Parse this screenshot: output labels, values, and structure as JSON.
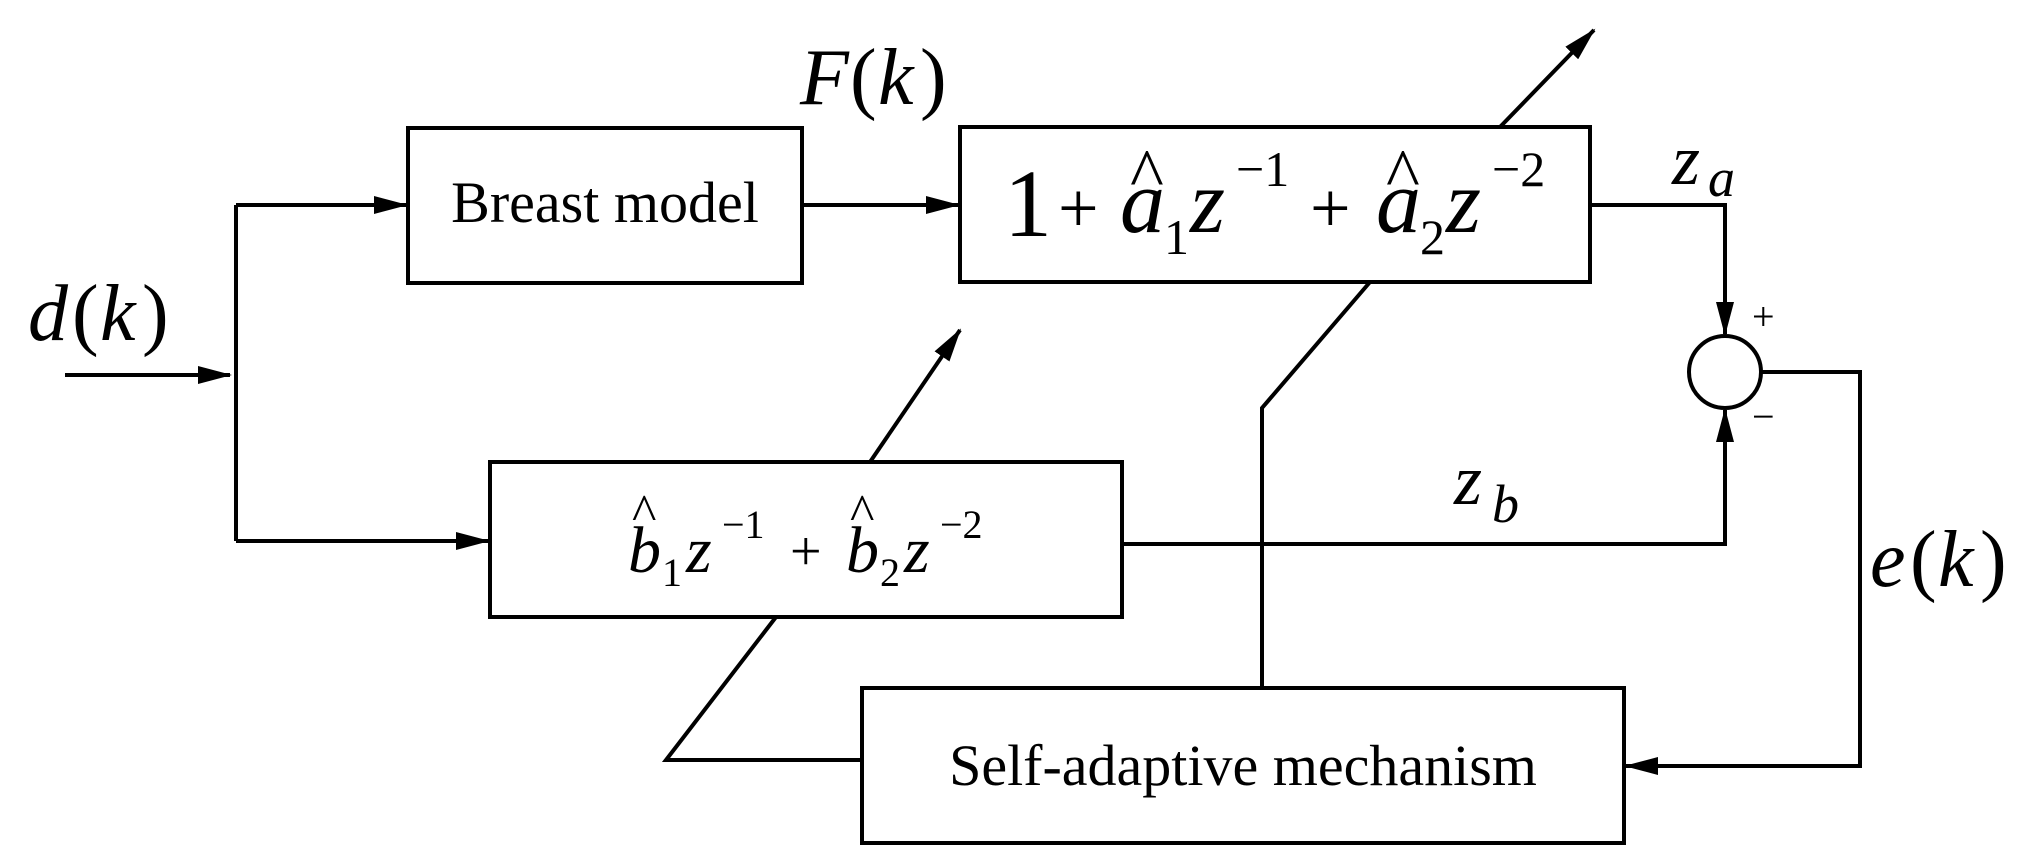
{
  "blocks": {
    "breast_model": "Breast model",
    "a_filter": {
      "one": "1",
      "plus": "+",
      "a": "a",
      "hat": "^",
      "sub1": "1",
      "sub2": "2",
      "z": "z",
      "exp1": "−1",
      "exp2": "−2"
    },
    "b_filter": {
      "b": "b",
      "hat": "^",
      "sub1": "1",
      "sub2": "2",
      "plus": "+",
      "z": "z",
      "exp1": "−1",
      "exp2": "−2"
    },
    "self_adaptive": "Self-adaptive mechanism"
  },
  "signals": {
    "input": {
      "name": "d",
      "arg": "k"
    },
    "force": {
      "name": "F",
      "arg": "k"
    },
    "error": {
      "name": "e",
      "arg": "k"
    },
    "za": {
      "base": "z",
      "sub": "a"
    },
    "zb": {
      "base": "z",
      "sub": "b"
    },
    "paren_open": "(",
    "paren_close": ")"
  },
  "summing_junction": {
    "plus_sign": "+",
    "minus_sign": "−"
  }
}
